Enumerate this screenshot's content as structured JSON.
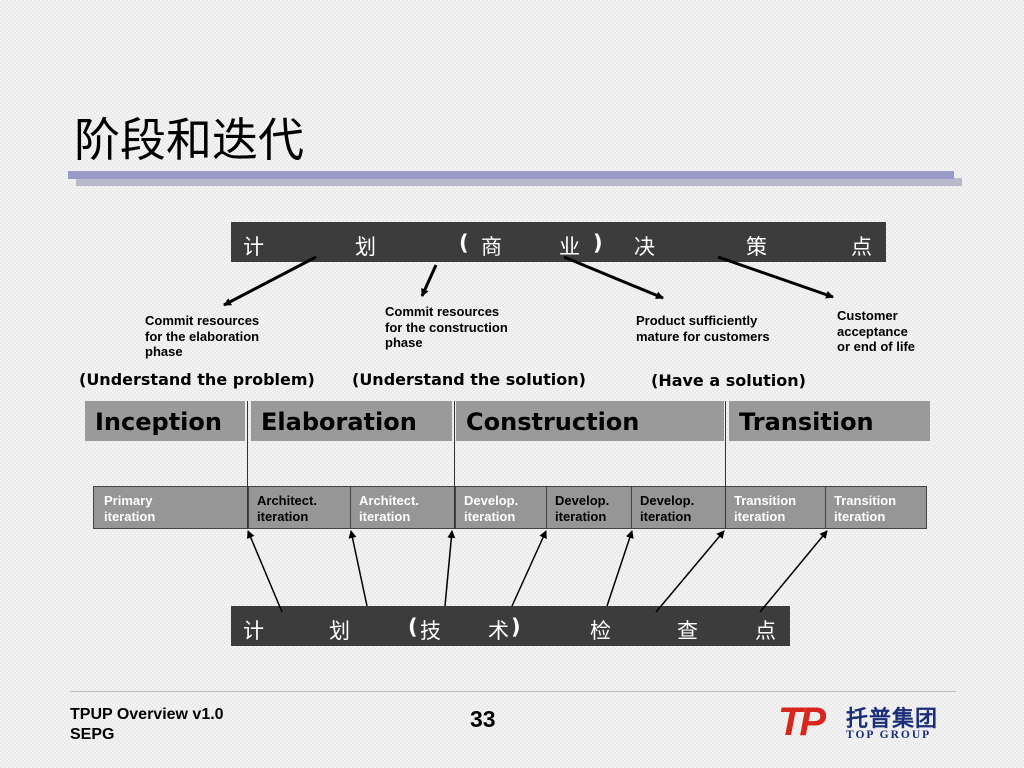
{
  "title": "阶段和迭代",
  "business_bar": [
    "计",
    "划",
    "(",
    "商",
    "业",
    ")",
    "决",
    "策",
    "点"
  ],
  "tech_bar": [
    "计",
    "划",
    "(",
    "技",
    "术",
    ")",
    "检",
    "查",
    "点"
  ],
  "notes": [
    [
      "Commit resources",
      "for the elaboration",
      "phase"
    ],
    [
      "Commit resources",
      "for the construction",
      "phase"
    ],
    [
      "Product sufficiently",
      "mature for customers"
    ],
    [
      "Customer",
      "acceptance",
      "or end of life"
    ]
  ],
  "paren_labels": [
    "(Understand the problem)",
    "(Understand the solution)",
    "(Have a solution)"
  ],
  "phases": [
    "Inception",
    "Elaboration",
    "Construction",
    "Transition"
  ],
  "iterations": [
    {
      "line1": "Primary",
      "line2": "iteration"
    },
    {
      "line1": "Architect.",
      "line2": "iteration"
    },
    {
      "line1": "Architect.",
      "line2": "iteration"
    },
    {
      "line1": "Develop.",
      "line2": "iteration"
    },
    {
      "line1": "Develop.",
      "line2": "iteration"
    },
    {
      "line1": "Develop.",
      "line2": "iteration"
    },
    {
      "line1": "Transition",
      "line2": "iteration"
    },
    {
      "line1": "Transition",
      "line2": "iteration"
    }
  ],
  "footer": {
    "line1": "TPUP Overview v1.0",
    "line2": "SEPG",
    "page": "33"
  },
  "logo": {
    "mark": "TP",
    "cn": "托普集团",
    "en": "TOP GROUP"
  },
  "colors": {
    "title_rule": "#9a9ac8",
    "dark_bar": "#3c3c3c",
    "phase_bg": "#9a9a9a",
    "iteration_bg": "#969696",
    "logo_red": "#d9251b",
    "logo_blue": "#1a2d78"
  }
}
